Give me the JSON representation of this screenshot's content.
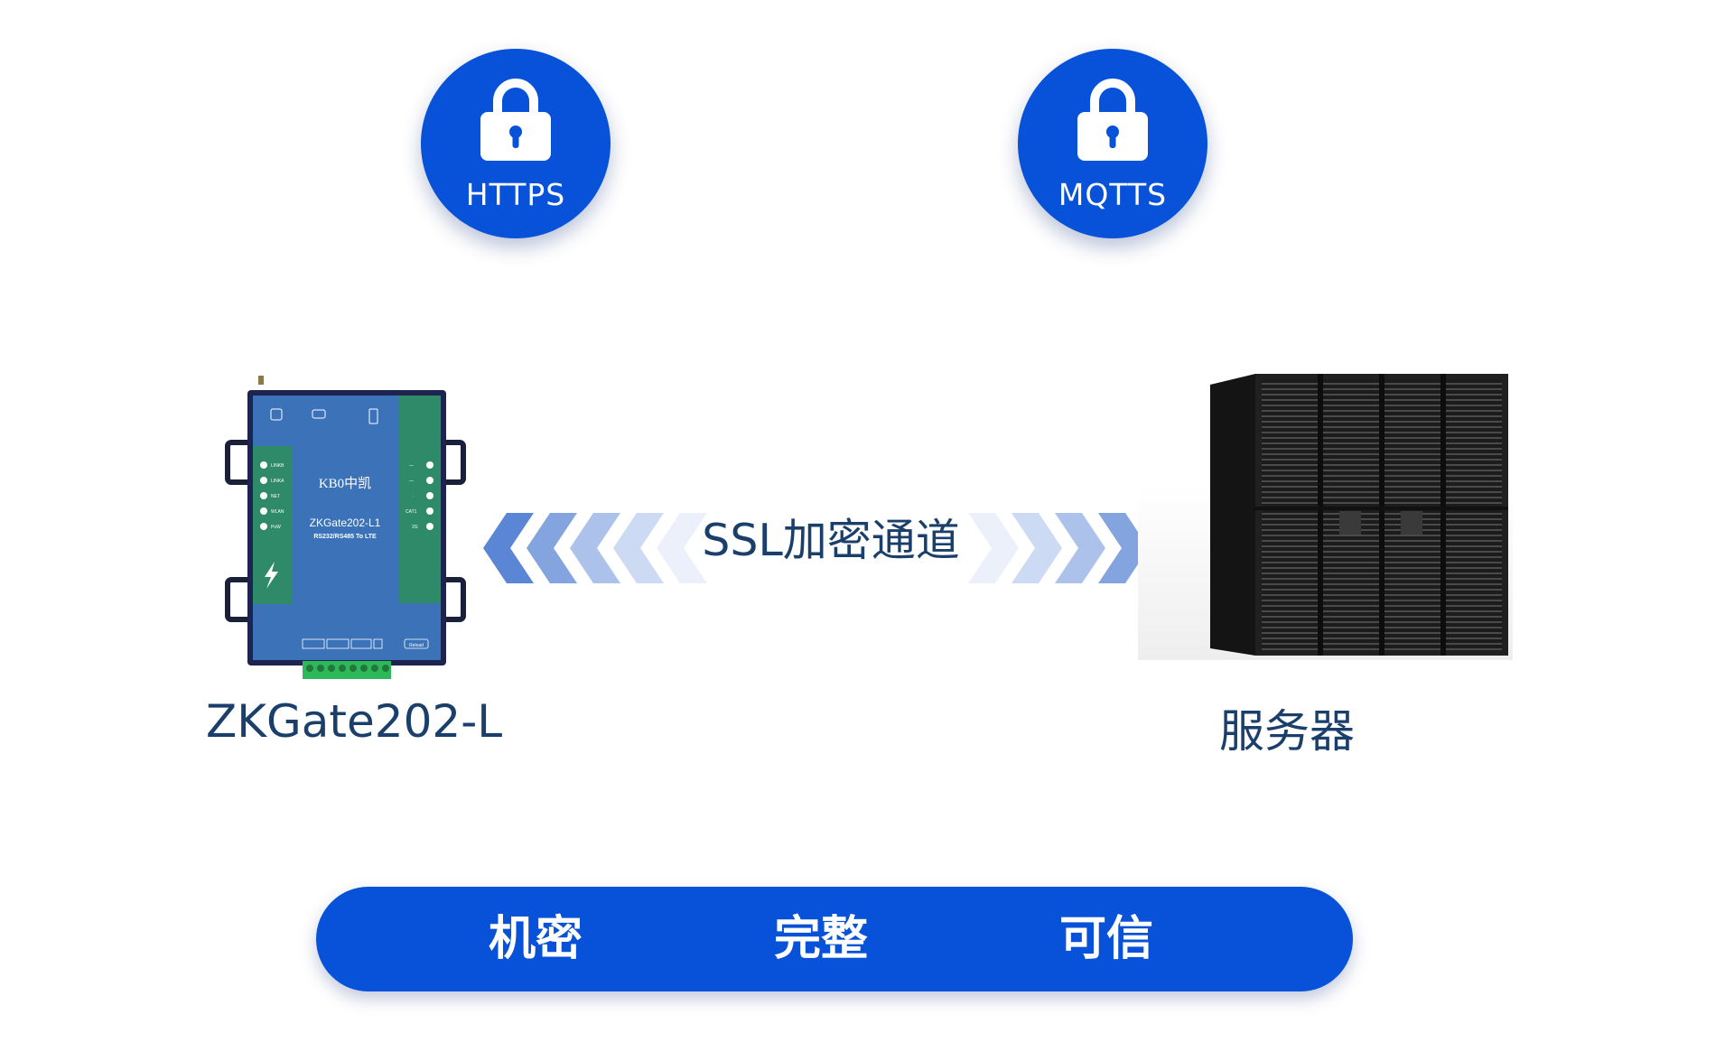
{
  "badges": [
    {
      "label": "HTTPS",
      "icon": "lock-icon"
    },
    {
      "label": "MQTTS",
      "icon": "lock-icon"
    }
  ],
  "device": {
    "name": "ZKGate202-L",
    "brand": "KB0中凯",
    "model": "ZKGate202-L1",
    "subtitle": "RS232/RS485 To LTE",
    "left_leds": [
      "LINKB",
      "LINKA",
      "NET",
      "WLAN",
      "PoW"
    ],
    "right_leds": [
      "—",
      "—",
      "·",
      "CAT1",
      "2G"
    ],
    "reload_label": "Reload"
  },
  "channel": {
    "label": "SSL加密通道"
  },
  "server": {
    "name": "服务器"
  },
  "properties": [
    "机密",
    "完整",
    "可信"
  ],
  "colors": {
    "primary": "#0752d8",
    "text_dark": "#1b3f6b",
    "arrow": "#5b86d6"
  }
}
